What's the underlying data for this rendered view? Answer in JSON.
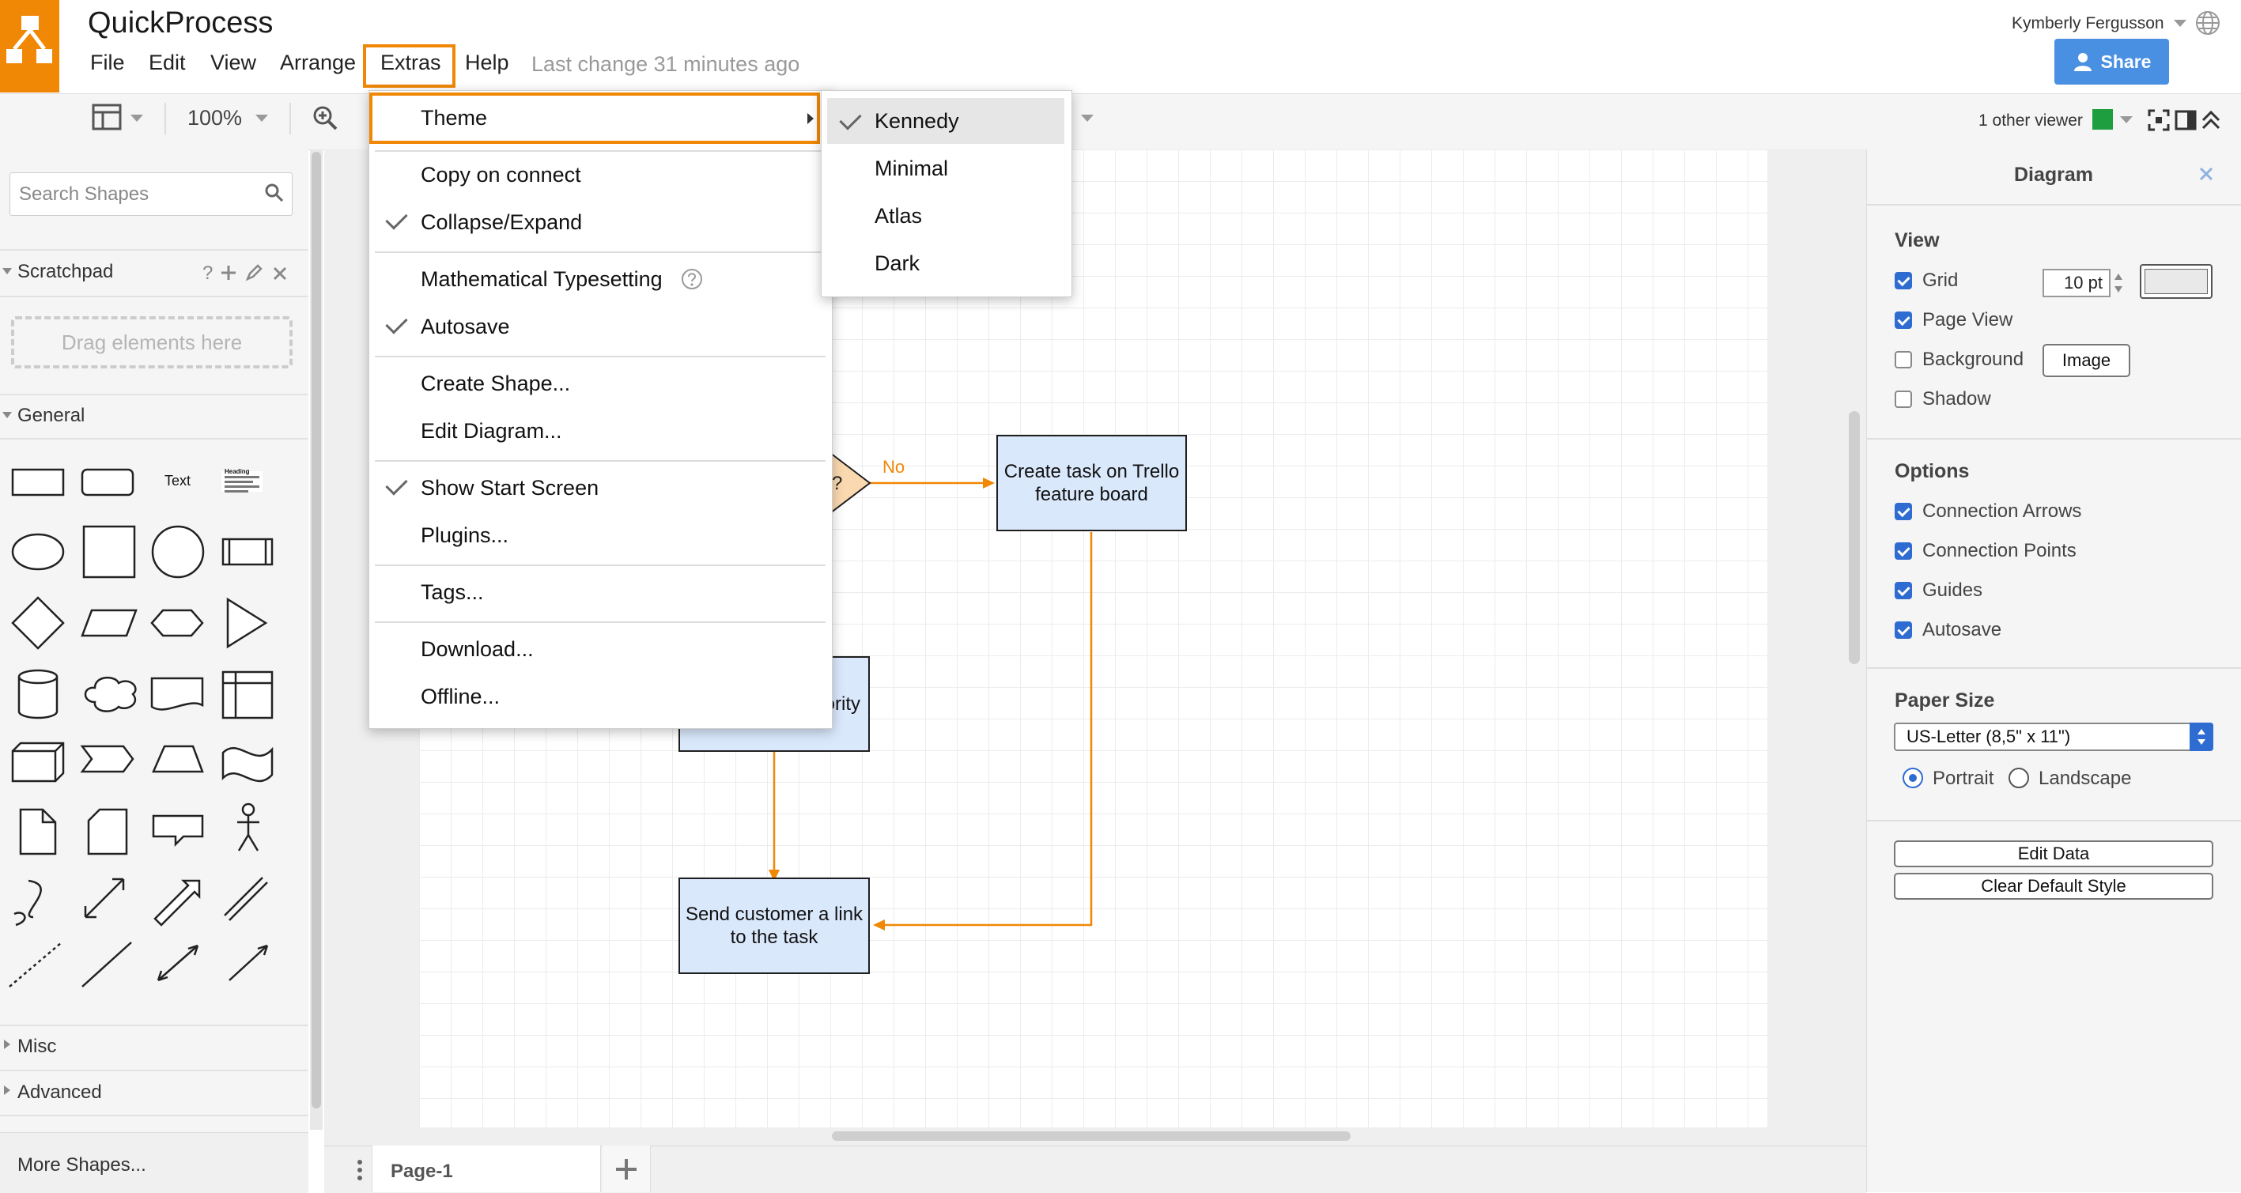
{
  "app": {
    "title": "QuickProcess",
    "last_change": "Last change 31 minutes ago",
    "user": "Kymberly Fergusson",
    "share_label": "Share",
    "brand_color": "#f08705",
    "accent_color": "#2e6cd1"
  },
  "menubar": {
    "items": [
      "File",
      "Edit",
      "View",
      "Arrange",
      "Extras",
      "Help"
    ],
    "active": "Extras"
  },
  "toolbar": {
    "zoom": "100%",
    "viewers": "1 other viewer",
    "viewer_color": "#1e9e3e"
  },
  "sidebar": {
    "search_placeholder": "Search Shapes",
    "scratchpad_label": "Scratchpad",
    "scratchpad_hint": "Drag elements here",
    "general_label": "General",
    "shape_text": "Text",
    "shape_heading": "Heading",
    "misc_label": "Misc",
    "advanced_label": "Advanced",
    "more_shapes": "More Shapes..."
  },
  "diagram": {
    "node_create_task": "Create task on Trello feature board",
    "node_send_link": "Send customer a link to the task",
    "node_priority_fragment": "ority",
    "decision_fragment": "?",
    "edge_no": "No",
    "node_fill": "#dae8fc",
    "edge_color": "#f08705"
  },
  "pages": {
    "tab": "Page-1"
  },
  "extras_menu": {
    "theme": "Theme",
    "copy_on_connect": "Copy on connect",
    "collapse_expand": "Collapse/Expand",
    "math_typesetting": "Mathematical Typesetting",
    "autosave": "Autosave",
    "create_shape": "Create Shape...",
    "edit_diagram": "Edit Diagram...",
    "show_start_screen": "Show Start Screen",
    "plugins": "Plugins...",
    "tags": "Tags...",
    "download": "Download...",
    "offline": "Offline..."
  },
  "theme_menu": {
    "options": [
      "Kennedy",
      "Minimal",
      "Atlas",
      "Dark"
    ],
    "selected": "Kennedy"
  },
  "format_panel": {
    "title": "Diagram",
    "view_title": "View",
    "grid_label": "Grid",
    "grid_size": "10 pt",
    "page_view_label": "Page View",
    "background_label": "Background",
    "image_btn": "Image",
    "shadow_label": "Shadow",
    "options_title": "Options",
    "connection_arrows": "Connection Arrows",
    "connection_points": "Connection Points",
    "guides": "Guides",
    "autosave": "Autosave",
    "paper_size_title": "Paper Size",
    "paper_size_value": "US-Letter (8,5\" x 11\")",
    "portrait": "Portrait",
    "landscape": "Landscape",
    "edit_data_btn": "Edit Data",
    "clear_style_btn": "Clear Default Style"
  }
}
